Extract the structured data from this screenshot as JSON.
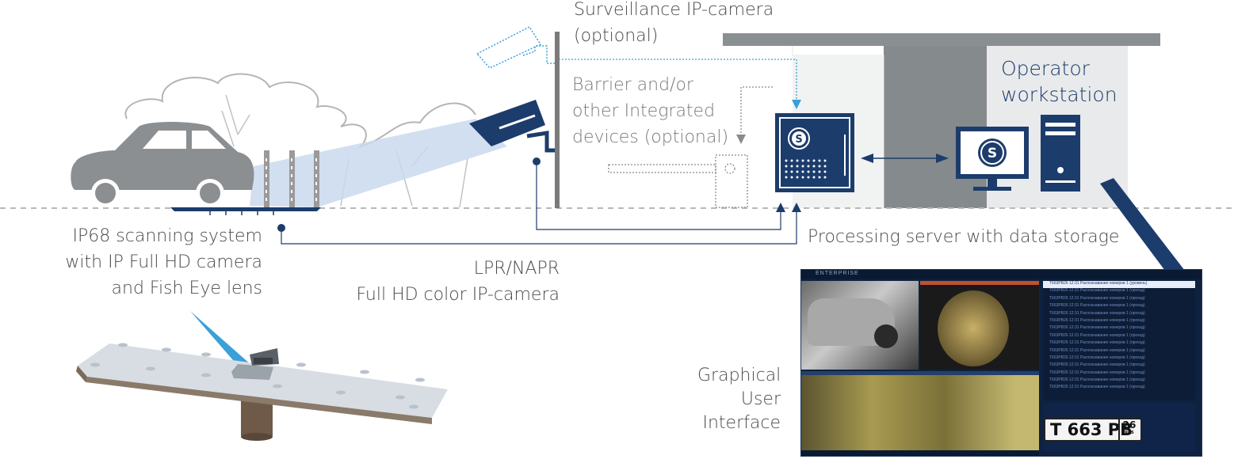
{
  "labels": {
    "surveillance": [
      "Surveillance  IP-camera",
      "(optional)"
    ],
    "barrier": [
      "Barrier and/or",
      "other Integrated",
      "devices (optional)"
    ],
    "operator": [
      "Operator",
      "workstation"
    ],
    "ip68": [
      "IP68 scanning system",
      "with IP Full HD camera",
      "and Fish Eye lens"
    ],
    "lpr": [
      "LPR/NAPR",
      "Full HD color IP-camera"
    ],
    "server": "Processing server with data storage",
    "gui": [
      "Graphical",
      "User",
      "Interface"
    ]
  },
  "gui": {
    "brand": "ENTERPRISE",
    "list_rows": [
      "Т663РВ26   12:31  Распознавание номеров 1 (уровень)",
      "Т663РВ26   12:31  Распознавание номеров 1 (проезд)",
      "Т663РВ26   12:31  Распознавание номеров 1 (проезд)",
      "Т663РВ26   12:31  Распознавание номеров 1 (проезд)",
      "Т663РВ26   12:31  Распознавание номеров 1 (проезд)",
      "Т663РВ26   12:31  Распознавание номеров 1 (проезд)",
      "Т663РВ26   12:31  Распознавание номеров 1 (проезд)",
      "Т663РВ26   12:31  Распознавание номеров 1 (проезд)",
      "Т663РВ26   12:31  Распознавание номеров 1 (проезд)",
      "Т663РВ26   12:31  Распознавание номеров 1 (проезд)",
      "Т663РВ26   12:31  Распознавание номеров 1 (проезд)",
      "Т663РВ26   12:31  Распознавание номеров 1 (проезд)",
      "Т663РВ26   12:31  Распознавание номеров 1 (проезд)",
      "Т663РВ26   12:31  Распознавание номеров 1 (проезд)",
      "Т663РВ26   12:31  Распознавание номеров 1 (проезд)"
    ],
    "plate_main": "Т 663 РВ",
    "plate_region": "26",
    "plate_country": "RUS"
  },
  "colors": {
    "navy": "#1c3c6c",
    "light_blue": "#3aa0d8",
    "grey": "#8a8a8a",
    "building": "#858a8d",
    "panel": "#e9eaeb"
  }
}
